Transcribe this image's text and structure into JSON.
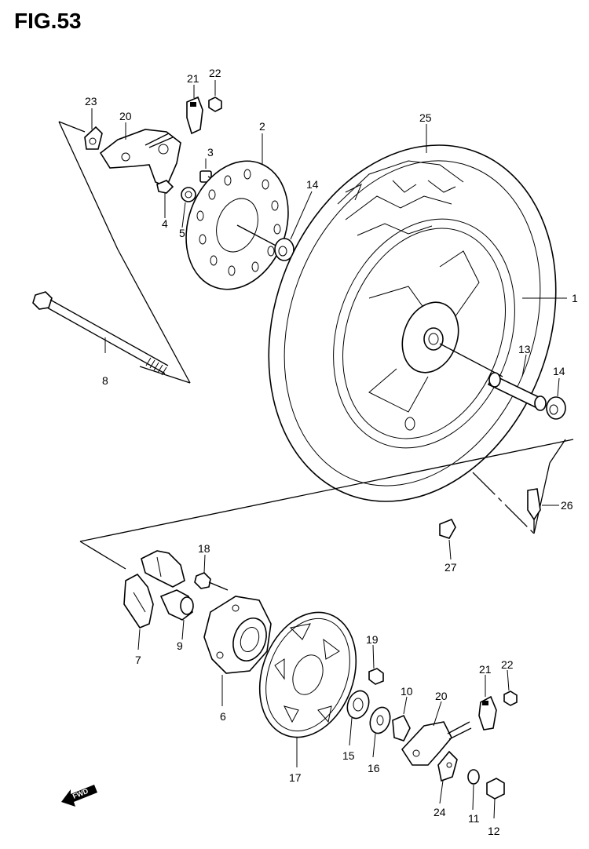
{
  "figure": {
    "title": "FIG.53",
    "fwd_label": "FWD"
  },
  "callouts": [
    {
      "id": "c1",
      "text": "1"
    },
    {
      "id": "c2",
      "text": "2"
    },
    {
      "id": "c3",
      "text": "3"
    },
    {
      "id": "c4",
      "text": "4"
    },
    {
      "id": "c5",
      "text": "5"
    },
    {
      "id": "c6",
      "text": "6"
    },
    {
      "id": "c7",
      "text": "7"
    },
    {
      "id": "c8",
      "text": "8"
    },
    {
      "id": "c9",
      "text": "9"
    },
    {
      "id": "c10",
      "text": "10"
    },
    {
      "id": "c11",
      "text": "11"
    },
    {
      "id": "c12",
      "text": "12"
    },
    {
      "id": "c13",
      "text": "13"
    },
    {
      "id": "c14a",
      "text": "14"
    },
    {
      "id": "c14b",
      "text": "14"
    },
    {
      "id": "c15",
      "text": "15"
    },
    {
      "id": "c16",
      "text": "16"
    },
    {
      "id": "c17",
      "text": "17"
    },
    {
      "id": "c18",
      "text": "18"
    },
    {
      "id": "c19",
      "text": "19"
    },
    {
      "id": "c20a",
      "text": "20"
    },
    {
      "id": "c20b",
      "text": "20"
    },
    {
      "id": "c21a",
      "text": "21"
    },
    {
      "id": "c21b",
      "text": "21"
    },
    {
      "id": "c22a",
      "text": "22"
    },
    {
      "id": "c22b",
      "text": "22"
    },
    {
      "id": "c23",
      "text": "23"
    },
    {
      "id": "c24",
      "text": "24"
    },
    {
      "id": "c25",
      "text": "25"
    },
    {
      "id": "c26",
      "text": "26"
    },
    {
      "id": "c27",
      "text": "27"
    }
  ]
}
